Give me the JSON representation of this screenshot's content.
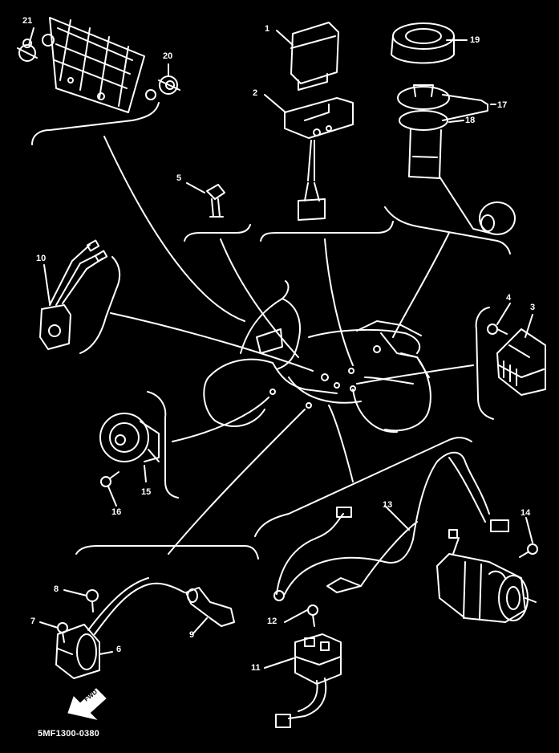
{
  "diagram": {
    "part_numbers": [
      "1",
      "2",
      "3",
      "4",
      "5",
      "6",
      "7",
      "8",
      "9",
      "10",
      "11",
      "12",
      "13",
      "14",
      "15",
      "16",
      "17",
      "18",
      "19",
      "20",
      "21"
    ],
    "drawing_code": "5MF1300-0380",
    "direction_arrow_label": "FWD",
    "colors": {
      "background": "#000000",
      "linework": "#ffffff"
    }
  }
}
